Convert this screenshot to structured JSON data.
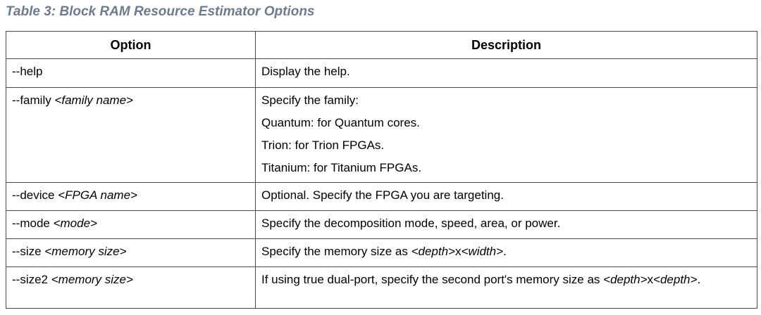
{
  "caption": "Table 3: Block RAM Resource Estimator Options",
  "table": {
    "headers": [
      "Option",
      "Description"
    ],
    "rows": [
      {
        "opt": "--help",
        "desc": [
          "Display the help."
        ]
      },
      {
        "opt": "--family ",
        "opt_arg": "<family name>",
        "desc": [
          "Specify the family:",
          "Quantum: for Quantum cores.",
          "Trion: for Trion FPGAs.",
          "Titanium: for Titanium FPGAs."
        ]
      },
      {
        "opt": "--device ",
        "opt_arg": "<FPGA name>",
        "desc": [
          "Optional. Specify the FPGA you are targeting."
        ]
      },
      {
        "opt": "--mode ",
        "opt_arg": "<mode>",
        "desc": [
          "Specify the decomposition mode, speed, area, or power."
        ]
      },
      {
        "opt": "--size ",
        "opt_arg": "<memory size>",
        "desc_parts": [
          "Specify the memory size as ",
          "<depth>",
          "x",
          "<width>",
          "."
        ]
      },
      {
        "opt": "--size2 ",
        "opt_arg": "<memory size>",
        "desc_parts": [
          "If using true dual-port, specify the second port's memory size as ",
          "<depth>",
          "x",
          "<depth>",
          "."
        ]
      }
    ]
  }
}
